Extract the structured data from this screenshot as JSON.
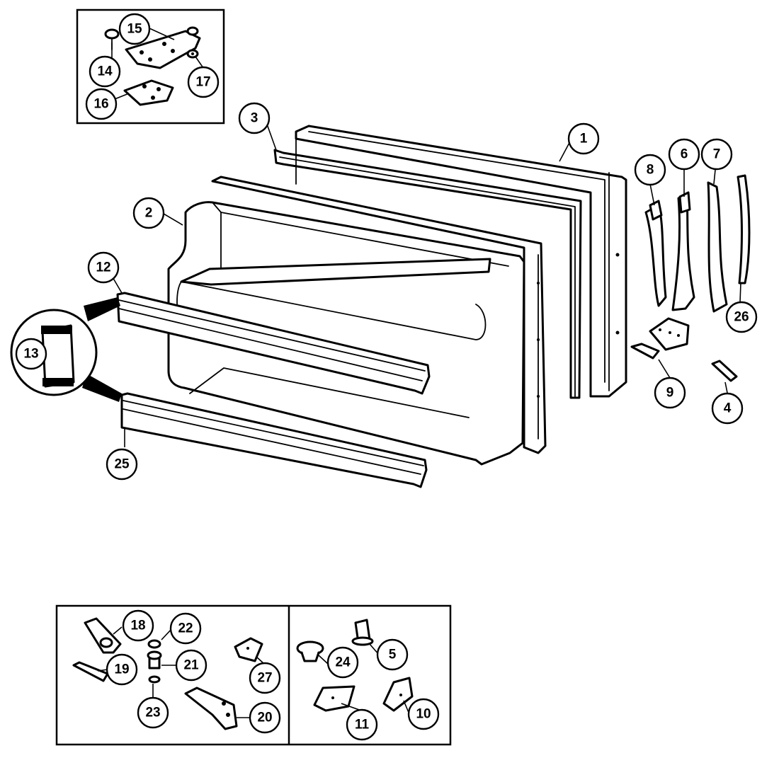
{
  "diagram": {
    "callouts": [
      {
        "label": "1"
      },
      {
        "label": "2"
      },
      {
        "label": "3"
      },
      {
        "label": "4"
      },
      {
        "label": "5"
      },
      {
        "label": "6"
      },
      {
        "label": "7"
      },
      {
        "label": "8"
      },
      {
        "label": "9"
      },
      {
        "label": "10"
      },
      {
        "label": "11"
      },
      {
        "label": "12"
      },
      {
        "label": "13"
      },
      {
        "label": "14"
      },
      {
        "label": "15"
      },
      {
        "label": "16"
      },
      {
        "label": "17"
      },
      {
        "label": "18"
      },
      {
        "label": "19"
      },
      {
        "label": "20"
      },
      {
        "label": "21"
      },
      {
        "label": "22"
      },
      {
        "label": "23"
      },
      {
        "label": "24"
      },
      {
        "label": "25"
      },
      {
        "label": "26"
      },
      {
        "label": "27"
      }
    ]
  }
}
